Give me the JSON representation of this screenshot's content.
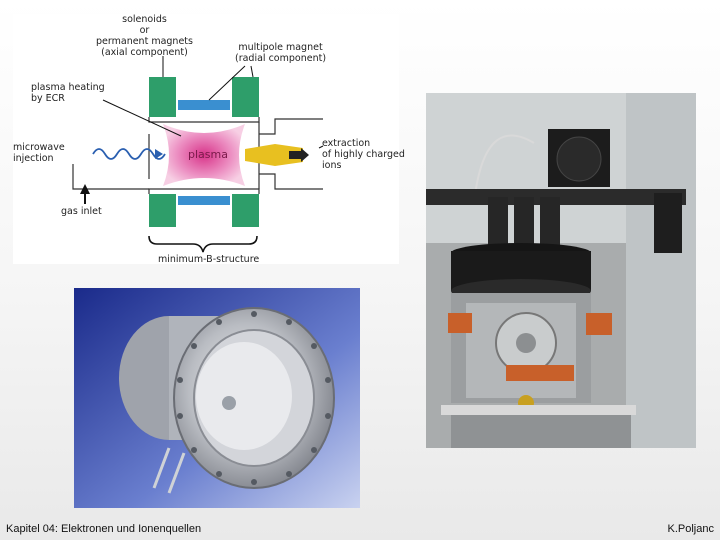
{
  "diagram": {
    "labels": {
      "solenoids": "solenoids\nor\npermanent magnets\n(axial component)",
      "multipole": "multipole magnet\n(radial component)",
      "heating": "plasma heating\nby ECR",
      "microwave": "microwave\ninjection",
      "plasma": "plasma",
      "extraction": "extraction\nof highly charged\nions",
      "gas": "gas inlet",
      "minb": "minimum-B-structure"
    },
    "colors": {
      "magnet": "#2e9e6a",
      "multipole": "#3a8fd0",
      "plasma": "#e06aa8",
      "beam": "#e8c020"
    }
  },
  "footer": {
    "left": "Kapitel 04: Elektronen und Ionenquellen",
    "right": "K.Poljanc"
  }
}
